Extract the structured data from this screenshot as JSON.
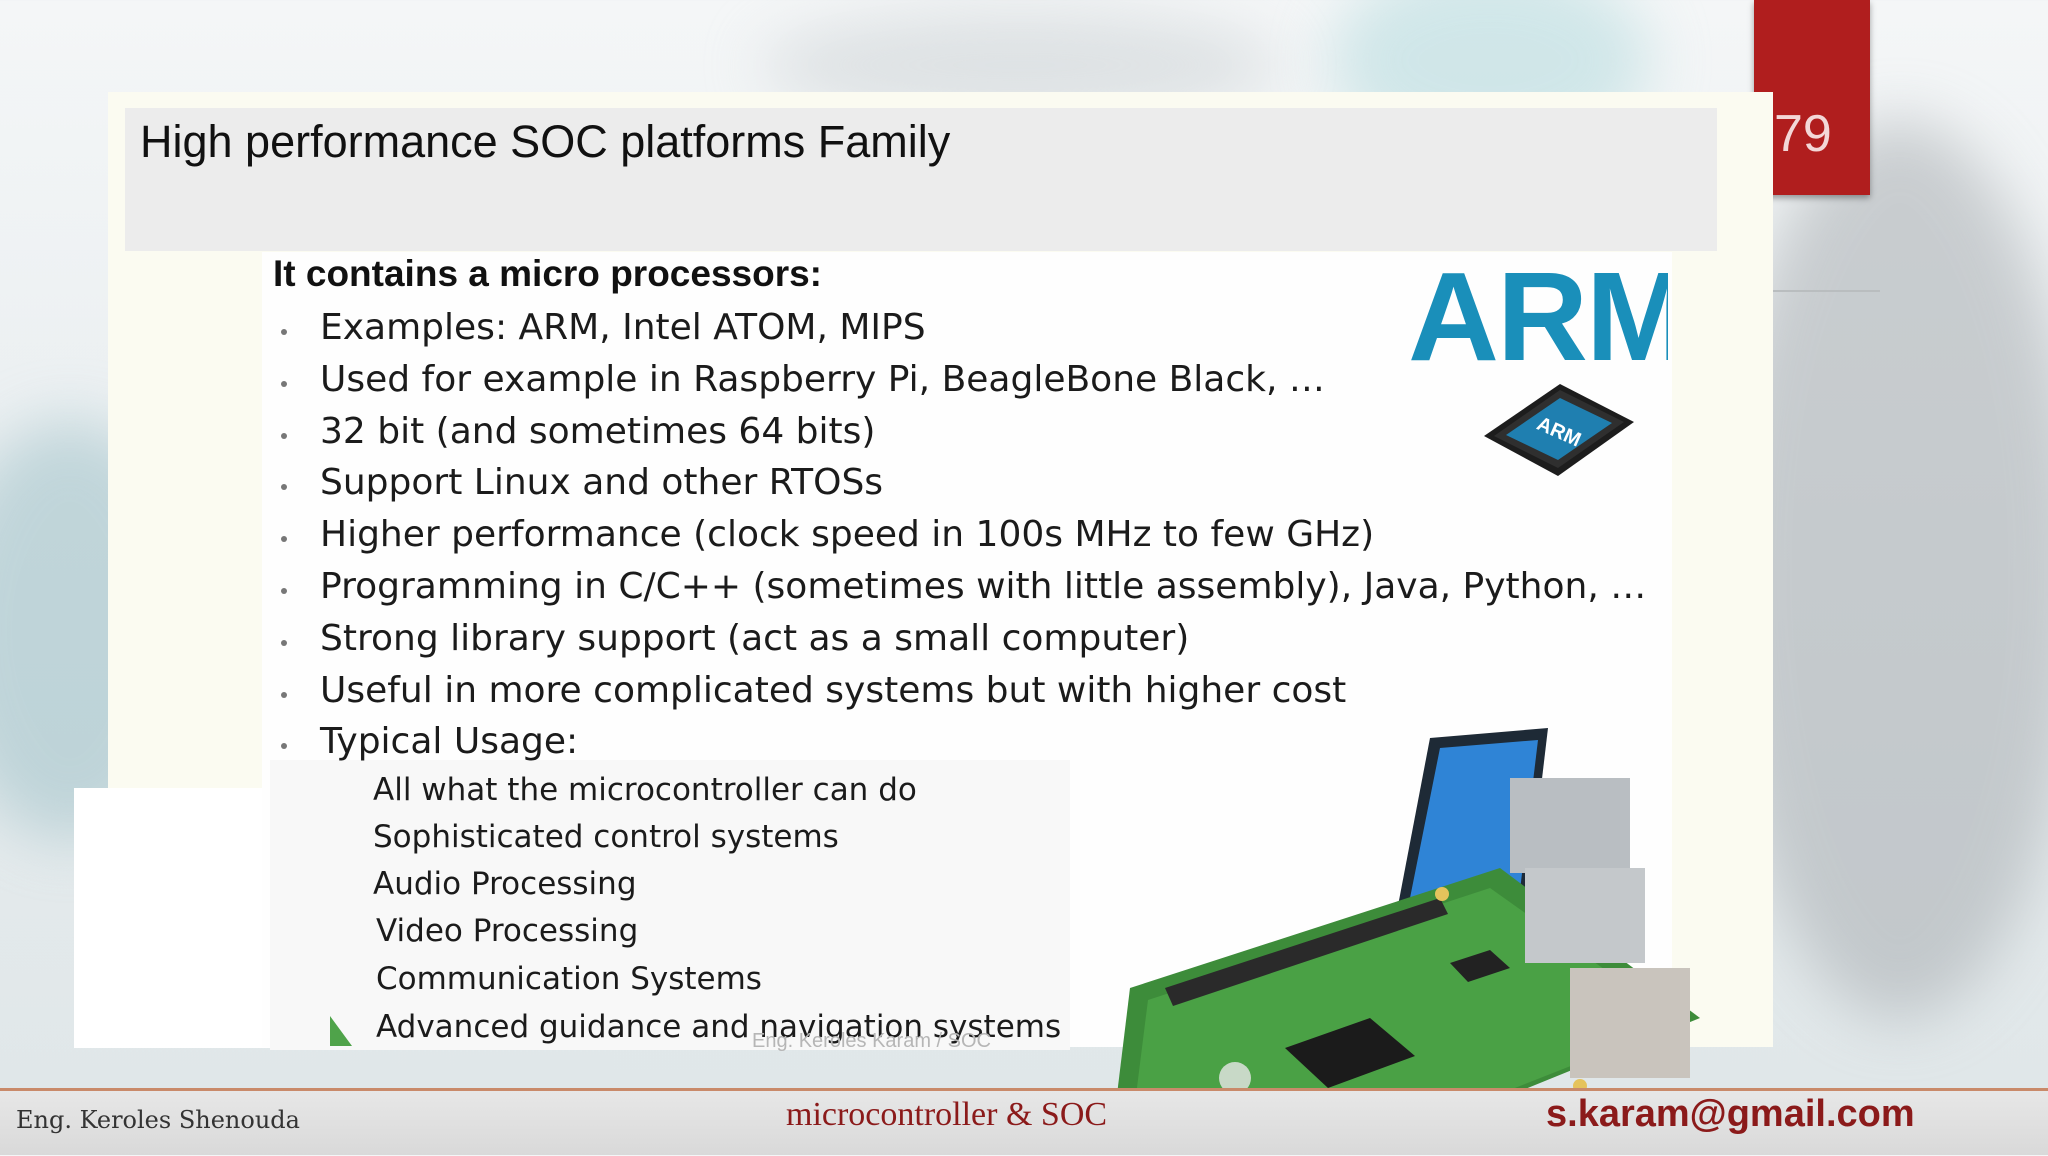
{
  "slide": {
    "page_number": "79",
    "title": "High performance SOC platforms Family",
    "heading": "It contains a micro processors:",
    "bullets": [
      "Examples: ARM, Intel ATOM, MIPS",
      "Used for example in Raspberry Pi, BeagleBone Black, …",
      "32 bit (and sometimes 64 bits)",
      "Support Linux and other RTOSs",
      "Higher performance (clock speed in 100s MHz to few GHz)",
      "Programming in C/C++ (sometimes with little assembly), Java, Python, …",
      "Strong library support (act as a small computer)",
      "Useful in more complicated systems but with higher cost",
      "Typical Usage:"
    ],
    "sub_bullets": [
      "All what the microcontroller can do",
      "Sophisticated control systems",
      "Audio Processing",
      "Video Processing",
      "Communication Systems",
      "Advanced guidance and navigation systems"
    ],
    "logo_text": "ARM",
    "chip_label": "ARM",
    "watermark": "Eng. Keroles Karam / SOC"
  },
  "footer": {
    "author": "Eng. Keroles Shenouda",
    "course": "microcontroller & SOC",
    "email": "s.karam@gmail.com"
  },
  "colors": {
    "accent_red": "#b01e1e",
    "arm_blue": "#1a8fba",
    "footer_text": "#8b1a1a",
    "board_green": "#3d8c3a"
  }
}
